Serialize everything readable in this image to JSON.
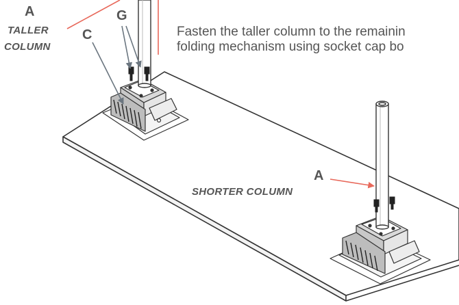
{
  "labels": {
    "taller_letter": "A",
    "taller_line1": "TALLER",
    "taller_line2": "COLUMN",
    "c_letter": "C",
    "g_letter": "G",
    "shorter_letter": "A",
    "shorter_text": "SHORTER COLUMN"
  },
  "instructions": {
    "line1": "Fasten the taller column to the remainin",
    "line2": "folding mechanism using socket cap bo"
  },
  "colors": {
    "callout_red": "#e8685a",
    "callout_grey": "#6b7680",
    "text_grey": "#555555",
    "outline": "#333333"
  }
}
